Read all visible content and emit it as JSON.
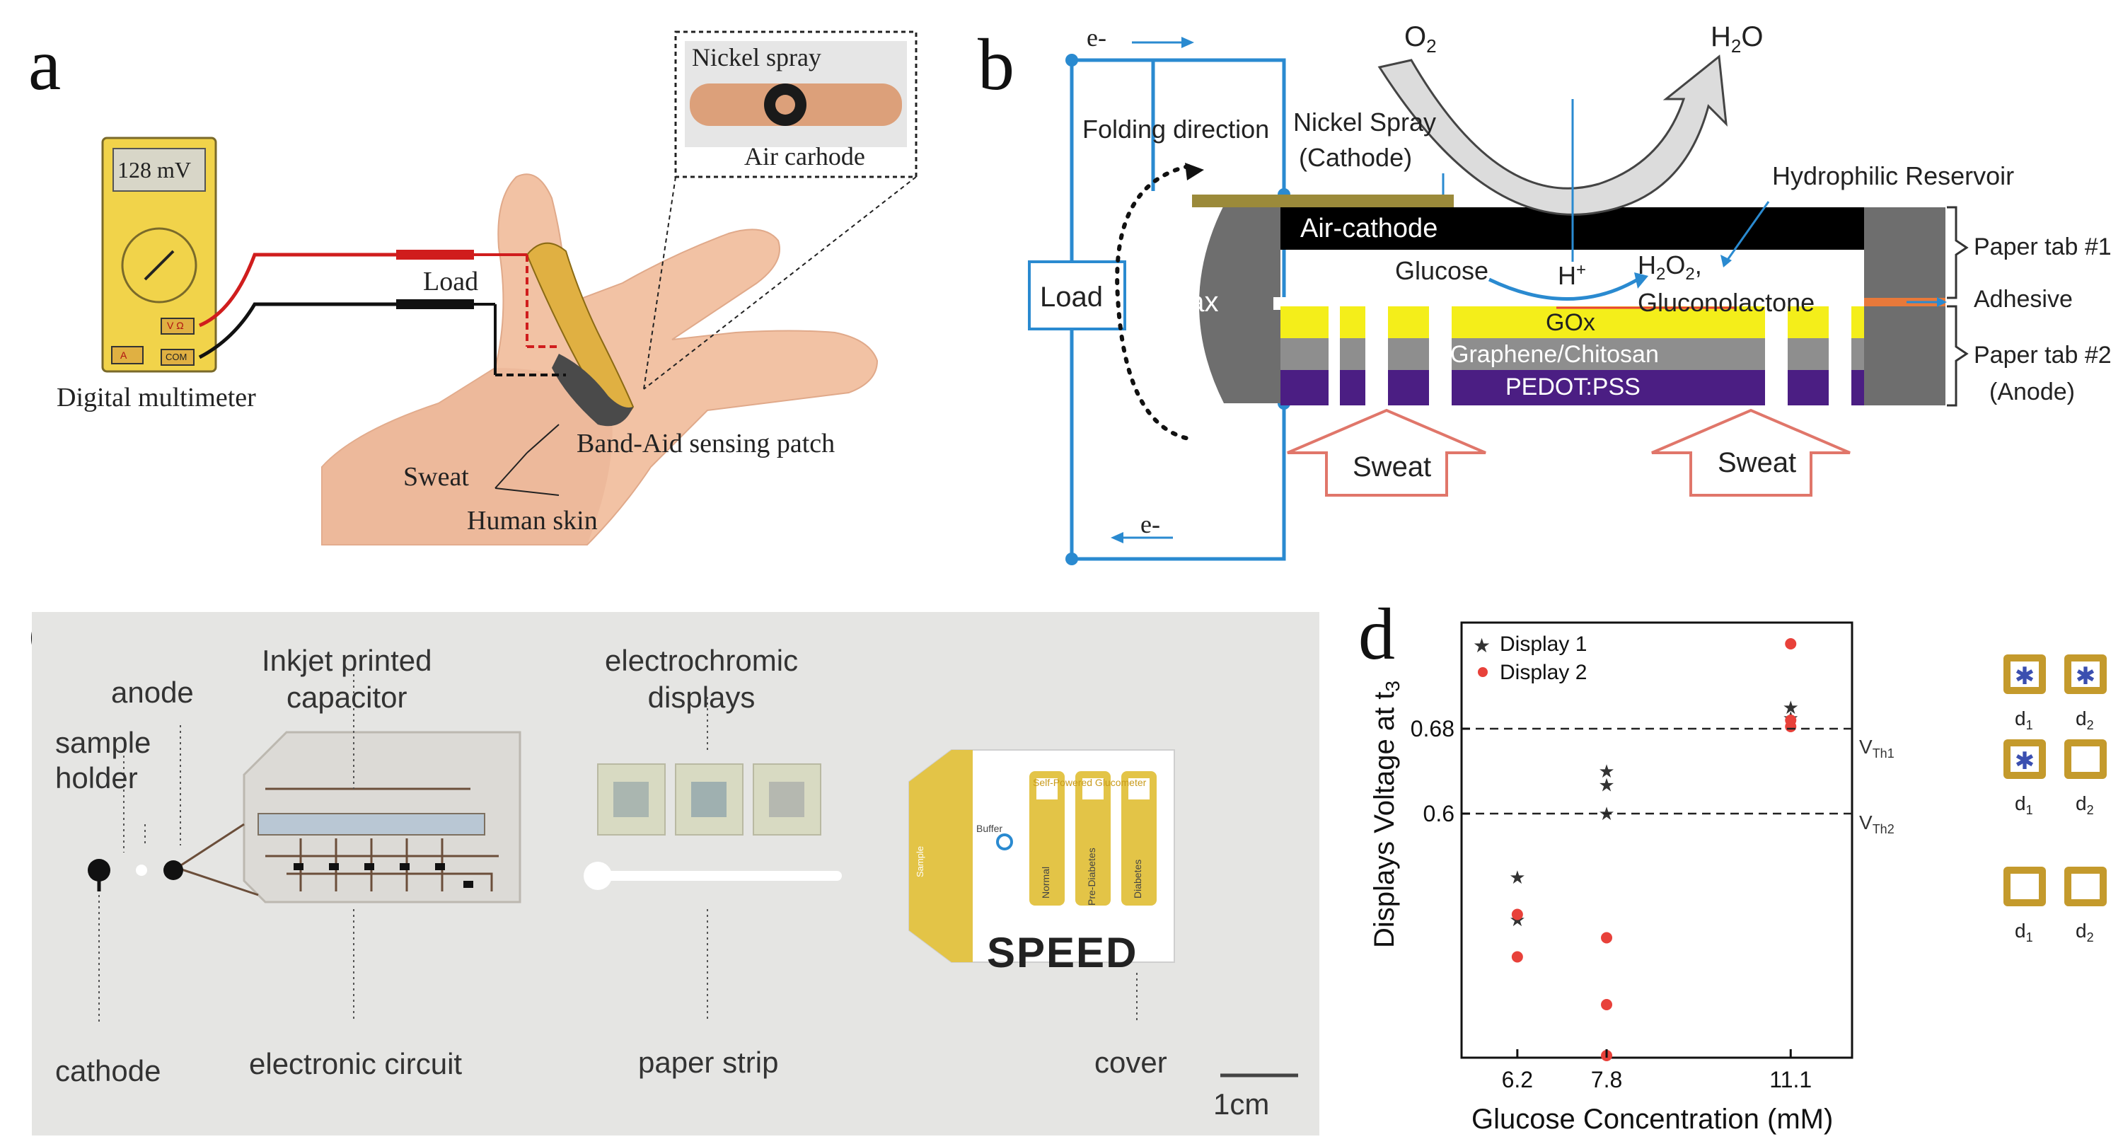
{
  "panels": [
    "a",
    "b",
    "c",
    "d"
  ],
  "panel_a": {
    "multimeter_reading": "128 mV",
    "port_vo": "V Ω",
    "port_com": "COM",
    "port_a": "A",
    "multimeter_label": "Digital multimeter",
    "load_label": "Load",
    "inset_nickel": "Nickel spray",
    "inset_air": "Air carhode",
    "patch_label": "Band-Aid sensing patch",
    "sweat_label": "Sweat",
    "skin_label": "Human skin"
  },
  "panel_b": {
    "e_top": "e-",
    "e_bottom": "e-",
    "o2": "O",
    "o2_sub": "2",
    "h2o_h": "H",
    "h2o_sub": "2",
    "h2o_o": "O",
    "folding": "Folding direction",
    "nickel_line1": "Nickel Spray",
    "nickel_line2": "(Cathode)",
    "hydrophilic": "Hydrophilic Reservoir",
    "air_cathode": "Air-cathode",
    "glucose": "Glucose",
    "h_plus": "H",
    "h_plus_sup": "+",
    "h2o2": "H",
    "h2o2_sub1": "2",
    "h2o2_mid": "O",
    "h2o2_sub2": "2",
    "h2o2_comma": ",",
    "gluconolactone": "Gluconolactone",
    "load": "Load",
    "wax": "Wax",
    "gox": "GOx",
    "graphene": "Graphene/Chitosan",
    "pedot": "PEDOT:PSS",
    "sweat1": "Sweat",
    "sweat2": "Sweat",
    "tab1": "Paper tab #1",
    "adhesive": "Adhesive",
    "tab2_line1": "Paper tab #2",
    "tab2_line2": "(Anode)"
  },
  "panel_c": {
    "anode": "anode",
    "sample_line1": "sample",
    "sample_line2": "holder",
    "capacitor_line1": "Inkjet printed",
    "capacitor_line2": "capacitor",
    "displays_line1": "electrochromic",
    "displays_line2": "displays",
    "cathode": "cathode",
    "circuit": "electronic circuit",
    "paper_strip": "paper strip",
    "cover": "cover",
    "scale": "1cm",
    "cover_title": "Self-Powered Glucometer",
    "buffer": "Buffer",
    "sample": "Sample",
    "speed": "SPEED",
    "status": [
      "Normal",
      "Pre-Diabetes",
      "Diabetes"
    ]
  },
  "panel_d": {
    "display_labels": {
      "d": "d",
      "sub1": "1",
      "sub2": "2"
    },
    "threshold_labels": [
      {
        "main": "V",
        "sub": "Th1"
      },
      {
        "main": "V",
        "sub": "Th2"
      }
    ],
    "display_states": [
      {
        "d1": "on",
        "d2": "on"
      },
      {
        "d1": "on",
        "d2": "off"
      },
      {
        "d1": "off",
        "d2": "off"
      }
    ],
    "colors": {
      "display1": "#333333",
      "display2": "#e8413a",
      "frame": "#c49a2c",
      "star": "#3b4fb0"
    }
  },
  "chart_data": {
    "type": "scatter",
    "xlabel": "Glucose Concentration (mM)",
    "ylabel_main": "Displays Voltage at t",
    "ylabel_sub": "3",
    "x_ticks": [
      "6.2",
      "7.8",
      "11.1"
    ],
    "y_ticks": [
      "0.6",
      "0.68"
    ],
    "xlim": [
      5.2,
      12.2
    ],
    "ylim": [
      0.37,
      0.78
    ],
    "thresholds": [
      0.68,
      0.6
    ],
    "legend_position": "top-left",
    "grid": false,
    "series": [
      {
        "name": "Display 1",
        "marker": "star",
        "points": [
          [
            6.2,
            0.54
          ],
          [
            6.2,
            0.5
          ],
          [
            7.8,
            0.64
          ],
          [
            7.8,
            0.627
          ],
          [
            7.8,
            0.6
          ],
          [
            11.1,
            0.7
          ],
          [
            11.1,
            0.69
          ]
        ]
      },
      {
        "name": "Display 2",
        "marker": "circle",
        "points": [
          [
            6.2,
            0.505
          ],
          [
            6.2,
            0.465
          ],
          [
            7.8,
            0.483
          ],
          [
            7.8,
            0.42
          ],
          [
            7.8,
            0.372
          ],
          [
            11.1,
            0.76
          ],
          [
            11.1,
            0.688
          ],
          [
            11.1,
            0.682
          ]
        ]
      }
    ]
  }
}
